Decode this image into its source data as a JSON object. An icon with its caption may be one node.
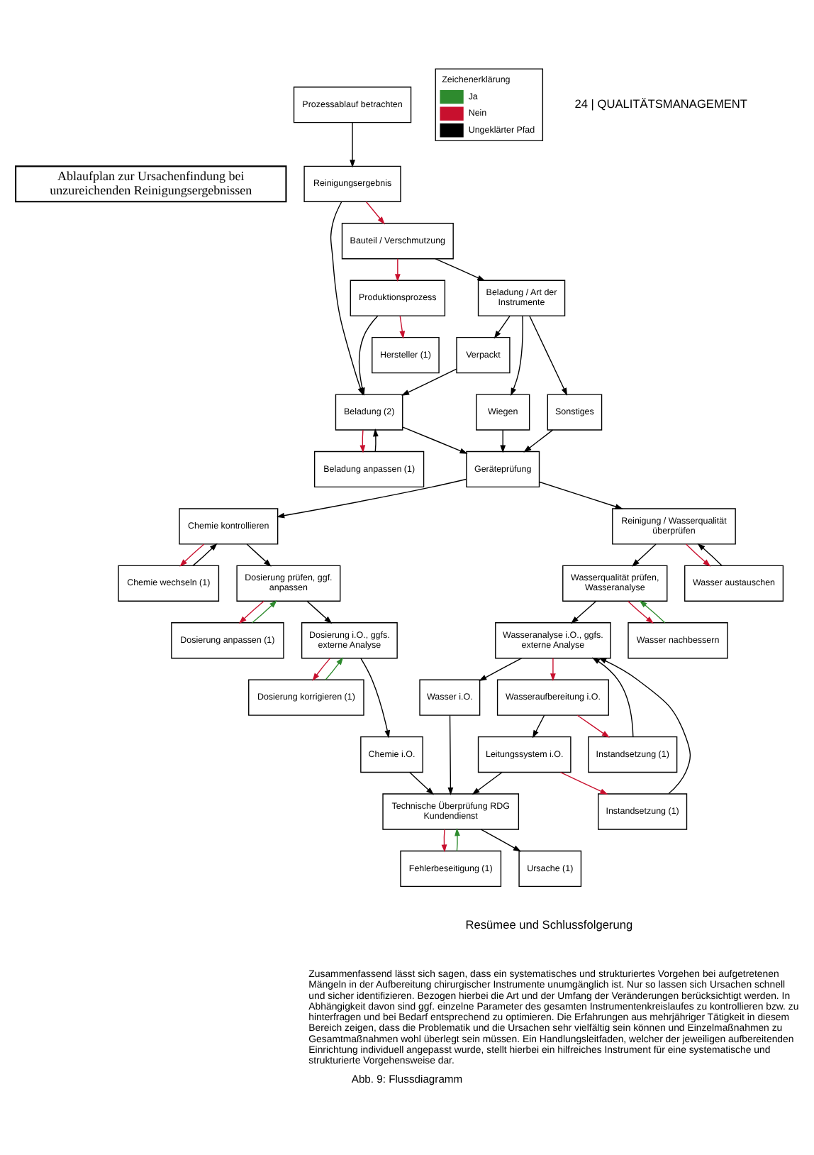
{
  "diagram": {
    "caption": "Abb. 9: Flussdiagramm",
    "nodes": [
      {
        "text": [
          "Ablaufplan zur Ursachenfindung bei unzureichenden Reinigungsergebnissen"
        ]
      },
      {
        "text": [
          "Prozessablauf betrachten"
        ]
      },
      {
        "text": [
          "Reinigungsergebnis"
        ]
      },
      {
        "text": [
          "Bauteil / Verschmutzung"
        ]
      },
      {
        "text": [
          "Beladung / Art der Instrumente"
        ]
      },
      {
        "text": [
          "Produktionsprozess"
        ]
      },
      {
        "text": [
          "Hersteller (1)"
        ]
      },
      {
        "text": [
          "Verpackt"
        ]
      },
      {
        "text": [
          "Wiegen"
        ]
      },
      {
        "text": [
          "Sonstiges"
        ]
      },
      {
        "text": [
          "Beladung (2)"
        ]
      },
      {
        "text": [
          "Beladung anpassen (1)"
        ]
      },
      {
        "text": [
          "Geräteprüfung"
        ]
      },
      {
        "text": [
          "Chemie kontrollieren"
        ]
      },
      {
        "text": [
          "Reinigung / Wasserqualität überprüfen"
        ]
      },
      {
        "text": [
          "Chemie wechseln (1)"
        ]
      },
      {
        "text": [
          "Wasser austauschen"
        ]
      },
      {
        "text": [
          "Dosierung prüfen, ggf. anpassen"
        ]
      },
      {
        "text": [
          "Wasserqualität prüfen, Wasseranalyse"
        ]
      },
      {
        "text": [
          "Dosierung anpassen (1)"
        ]
      },
      {
        "text": [
          "Wasser nachbessern"
        ]
      },
      {
        "text": [
          "Dosierung i.O., ggfs. externe Analyse"
        ]
      },
      {
        "text": [
          "Dosierung korrigieren (1)"
        ]
      },
      {
        "text": [
          "Wasseranalyse i.O., ggfs. externe Analyse"
        ]
      },
      {
        "text": [
          "Wasseraufbereitung i.O."
        ]
      },
      {
        "text": [
          "Instandsetzung (1)"
        ]
      },
      {
        "text": [
          "Chemie i.O."
        ]
      },
      {
        "text": [
          "Wasser i.O."
        ]
      },
      {
        "text": [
          "Leitungssystem i.O."
        ]
      },
      {
        "text": [
          "Instandsetzung (1)"
        ]
      },
      {
        "text": [
          "Fehlerbeseitigung (1)"
        ]
      },
      {
        "text": [
          "Technische Überprüfung RDG Kundendienst"
        ]
      },
      {
        "text": [
          "Ursache (1)"
        ]
      }
    ],
    "edges": [
      {
        "from": 1,
        "to": 2,
        "arrow": "to"
      },
      {
        "from": 2,
        "to": 3,
        "arrow": "to",
        "color": "#c8102e"
      },
      {
        "from": 3,
        "to": 4,
        "arrow": "to"
      },
      {
        "from": 3,
        "to": 5,
        "arrow": "to",
        "color": "#c8102e"
      },
      {
        "from": 5,
        "to": 6,
        "arrow": "to",
        "color": "#c8102e"
      },
      {
        "from": 4,
        "to": 7,
        "arrow": "to"
      },
      {
        "from": 4,
        "to": 8,
        "arrow": "to"
      },
      {
        "from": 4,
        "to": 9,
        "arrow": "to"
      },
      {
        "from": 2,
        "to": 10,
        "arrow": "to"
      },
      {
        "from": 5,
        "to": 10,
        "arrow": "to"
      },
      {
        "from": 7,
        "to": 10,
        "arrow": "to"
      },
      {
        "from": 10,
        "to": 11,
        "arrow": "to",
        "color": "#c8102e"
      },
      {
        "from": 11,
        "to": 10,
        "arrow": "to"
      },
      {
        "from": 10,
        "to": 12,
        "arrow": "to"
      },
      {
        "from": 8,
        "to": 12,
        "arrow": "to"
      },
      {
        "from": 9,
        "to": 12,
        "arrow": "to"
      },
      {
        "from": 12,
        "to": 13,
        "arrow": "to"
      },
      {
        "from": 12,
        "to": 14,
        "arrow": "to"
      },
      {
        "from": 13,
        "to": 15,
        "arrow": "to",
        "color": "#c8102e"
      },
      {
        "from": 15,
        "to": 13,
        "arrow": "to"
      },
      {
        "from": 14,
        "to": 16,
        "arrow": "to",
        "color": "#c8102e"
      },
      {
        "from": 16,
        "to": 14,
        "arrow": "to"
      },
      {
        "from": 13,
        "to": 17,
        "arrow": "to"
      },
      {
        "from": 14,
        "to": 18,
        "arrow": "to"
      },
      {
        "from": 17,
        "to": 19,
        "arrow": "to",
        "color": "#c8102e"
      },
      {
        "from": 19,
        "to": 17,
        "arrow": "to",
        "color": "#2e8b2e"
      },
      {
        "from": 18,
        "to": 20,
        "arrow": "to",
        "color": "#c8102e"
      },
      {
        "from": 20,
        "to": 18,
        "arrow": "to",
        "color": "#2e8b2e"
      },
      {
        "from": 17,
        "to": 21,
        "arrow": "to"
      },
      {
        "from": 18,
        "to": 23,
        "arrow": "to"
      },
      {
        "from": 21,
        "to": 22,
        "arrow": "to",
        "color": "#c8102e"
      },
      {
        "from": 22,
        "to": 21,
        "arrow": "to",
        "color": "#2e8b2e"
      },
      {
        "from": 23,
        "to": 24,
        "arrow": "to",
        "color": "#c8102e"
      },
      {
        "from": 24,
        "to": 25,
        "arrow": "to",
        "color": "#c8102e"
      },
      {
        "from": 21,
        "to": 26,
        "arrow": "to"
      },
      {
        "from": 23,
        "to": 27,
        "arrow": "to"
      },
      {
        "from": 24,
        "to": 28,
        "arrow": "to"
      },
      {
        "from": 28,
        "to": 29,
        "arrow": "to",
        "color": "#c8102e"
      },
      {
        "from": 25,
        "to": 23,
        "arrow": "to"
      },
      {
        "from": 29,
        "to": 23,
        "arrow": "to"
      },
      {
        "from": 26,
        "to": 31,
        "arrow": "to"
      },
      {
        "from": 27,
        "to": 31,
        "arrow": "to"
      },
      {
        "from": 28,
        "to": 31,
        "arrow": "to"
      },
      {
        "from": 31,
        "to": 30,
        "arrow": "to",
        "color": "#c8102e"
      },
      {
        "from": 30,
        "to": 31,
        "arrow": "to",
        "color": "#2e8b2e"
      },
      {
        "from": 31,
        "to": 32,
        "arrow": "to"
      }
    ],
    "labels": [
      "24 | QUALITÄTSMANAGEMENT",
      "Zeichenerklärung",
      "Resümee und Schlussfolgerung",
      "Zusammenfassend lässt sich sagen, dass ein systematisches und strukturiertes Vorgehen bei aufgetretenen Mängeln in der Aufbereitung chirurgischer Instrumente unumgänglich ist. Nur so lassen sich Ursachen schnell und sicher identifizieren. Bezogen hierbei die Art und der Umfang der Veränderungen berücksichtigt werden. In Abhängigkeit davon sind ggf. einzelne Parameter des gesamten Instrumentenkreislaufes zu kontrollieren bzw. zu hinterfragen und bei Bedarf entsprechend zu optimieren. Die Erfahrungen aus mehrjähriger Tätigkeit in diesem Bereich zeigen, dass die Problematik und die Ursachen sehr vielfältig sein können und Einzelmaßnahmen zu Gesamtmaßnahmen wohl überlegt sein müssen. Ein Handlungsleitfaden, welcher der jeweiligen aufbereitenden Einrichtung individuell angepasst wurde, stellt hierbei ein hilfreiches Instrument für eine systematische und strukturierte Vorgehensweise dar."
    ],
    "legend": [
      {
        "text": "Ja",
        "color": "#2e8b2e"
      },
      {
        "text": "Nein",
        "color": "#c8102e"
      },
      {
        "text": "Ungeklärter Pfad",
        "color": "#000000"
      }
    ]
  }
}
